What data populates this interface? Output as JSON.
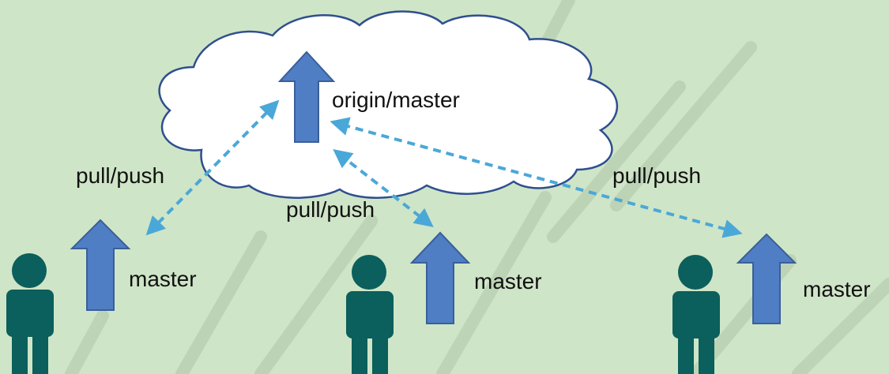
{
  "remote": {
    "branch_label": "origin/master"
  },
  "links": [
    {
      "label": "pull/push"
    },
    {
      "label": "pull/push"
    },
    {
      "label": "pull/push"
    }
  ],
  "users": [
    {
      "branch_label": "master"
    },
    {
      "branch_label": "master"
    },
    {
      "branch_label": "master"
    }
  ],
  "colors": {
    "background": "#cfe5c7",
    "cloud_fill": "#ffffff",
    "cloud_stroke": "#2f4f8f",
    "branch_arrow": "#4f7ec4",
    "branch_arrow_stroke": "#3a5f99",
    "person": "#0b5f5c",
    "link_arrow": "#4aa8d8",
    "watermark": "#b9cfb2"
  },
  "icons": {
    "cloud": "cloud-icon",
    "branch": "up-arrow-icon",
    "person": "person-icon"
  }
}
